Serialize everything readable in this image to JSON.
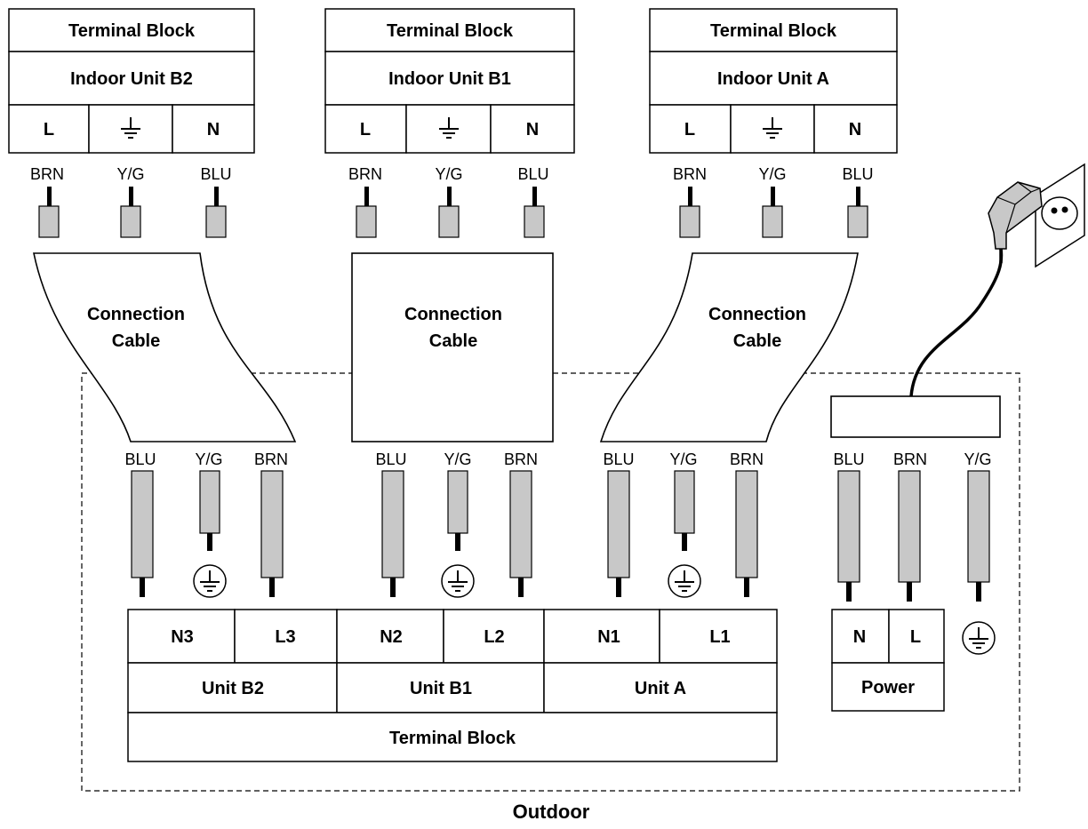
{
  "indoor_units": [
    {
      "header": "Terminal Block",
      "name": "Indoor Unit B2",
      "left_terminal": "L",
      "right_terminal": "N",
      "wires": [
        "BRN",
        "Y/G",
        "BLU"
      ]
    },
    {
      "header": "Terminal Block",
      "name": "Indoor Unit B1",
      "left_terminal": "L",
      "right_terminal": "N",
      "wires": [
        "BRN",
        "Y/G",
        "BLU"
      ]
    },
    {
      "header": "Terminal Block",
      "name": "Indoor Unit A",
      "left_terminal": "L",
      "right_terminal": "N",
      "wires": [
        "BRN",
        "Y/G",
        "BLU"
      ]
    }
  ],
  "cables": [
    {
      "line1": "Connection",
      "line2": "Cable"
    },
    {
      "line1": "Connection",
      "line2": "Cable"
    },
    {
      "line1": "Connection",
      "line2": "Cable"
    }
  ],
  "outdoor_groups": [
    {
      "wires": [
        "BLU",
        "Y/G",
        "BRN"
      ]
    },
    {
      "wires": [
        "BLU",
        "Y/G",
        "BRN"
      ]
    },
    {
      "wires": [
        "BLU",
        "Y/G",
        "BRN"
      ]
    }
  ],
  "power_wires": [
    "BLU",
    "BRN",
    "Y/G"
  ],
  "outdoor_terminal_block": {
    "terminals": [
      "N3",
      "L3",
      "N2",
      "L2",
      "N1",
      "L1"
    ],
    "units": [
      "Unit B2",
      "Unit B1",
      "Unit A"
    ],
    "label": "Terminal Block"
  },
  "power_block": {
    "terminals": [
      "N",
      "L"
    ],
    "label": "Power"
  },
  "outdoor_label": "Outdoor",
  "colors": {
    "stroke": "#000000",
    "wire_fill": "#c8c8c8",
    "background": "#ffffff"
  }
}
